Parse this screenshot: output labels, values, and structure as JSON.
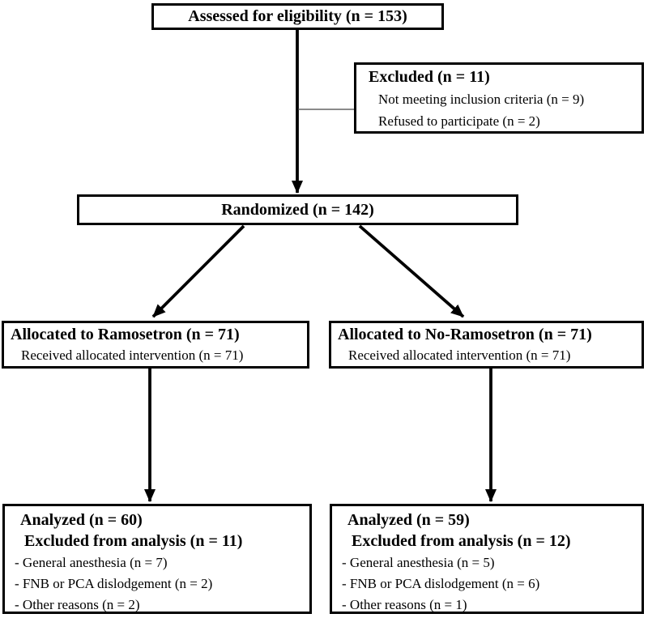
{
  "diagram": {
    "kind": "consort-flow-diagram",
    "colors": {
      "box_border": "#000000",
      "box_background": "#ffffff",
      "text": "#000000",
      "arrow": "#000000",
      "thin_connector": "#444444"
    },
    "boxes": {
      "assessed": {
        "title": "Assessed for eligibility (n = 153)"
      },
      "excluded": {
        "title": "Excluded (n = 11)",
        "lines": [
          "Not meeting inclusion criteria (n = 9)",
          "Refused to participate (n = 2)"
        ]
      },
      "randomized": {
        "title": "Randomized (n = 142)"
      },
      "alloc_left": {
        "title": "Allocated to Ramosetron (n = 71)",
        "lines": [
          "Received allocated intervention (n = 71)"
        ]
      },
      "alloc_right": {
        "title": "Allocated to No-Ramosetron (n = 71)",
        "lines": [
          "Received allocated intervention (n = 71)"
        ]
      },
      "analyzed_left": {
        "title": "Analyzed (n = 60)",
        "subtitle": "Excluded from analysis (n = 11)",
        "lines": [
          "- General anesthesia (n = 7)",
          "- FNB or PCA dislodgement (n = 2)",
          "- Other reasons (n = 2)"
        ]
      },
      "analyzed_right": {
        "title": "Analyzed (n = 59)",
        "subtitle": "Excluded from analysis (n = 12)",
        "lines": [
          "- General anesthesia (n = 5)",
          "- FNB or PCA dislodgement (n = 6)",
          "- Other reasons (n = 1)"
        ]
      }
    }
  }
}
